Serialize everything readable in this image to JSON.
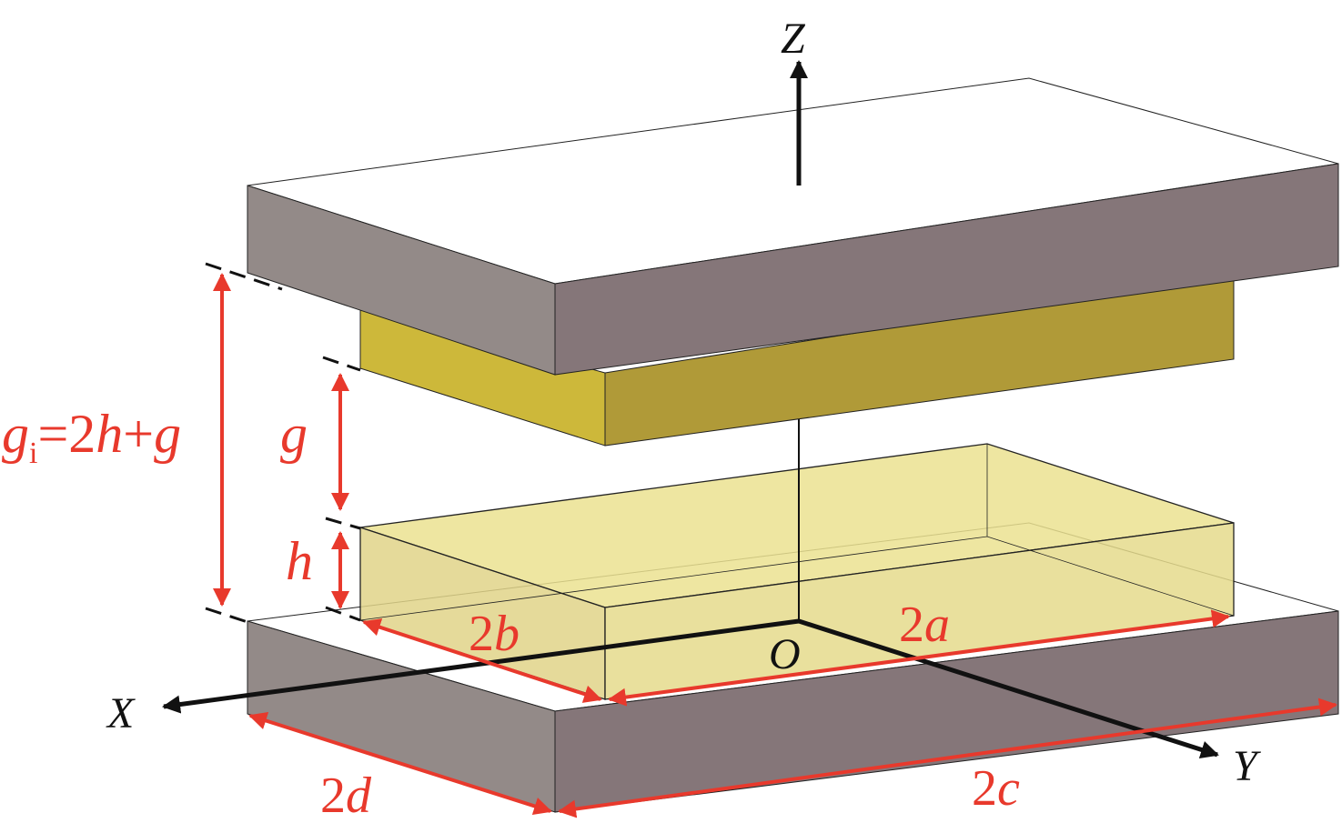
{
  "labels": {
    "z_axis": "Z",
    "x_axis": "X",
    "y_axis": "Y",
    "origin": "O",
    "gi_g": "g",
    "gi_sub": "i",
    "gi_eq": "=2",
    "gi_h": "h",
    "gi_plus": "+",
    "gi_g2": "g",
    "gap": "g",
    "thickness": "h",
    "dim_2b_num": "2",
    "dim_2b_var": "b",
    "dim_2a_num": "2",
    "dim_2a_var": "a",
    "dim_2d_num": "2",
    "dim_2d_var": "d",
    "dim_2c_num": "2",
    "dim_2c_var": "c"
  },
  "colors": {
    "plate_top": "#ffffff",
    "plate_left": "#938a88",
    "plate_right": "#857679",
    "magnet_upper_left": "#cdb83a",
    "magnet_upper_right": "#b09a38",
    "magnet_lower": "#e8df8a",
    "dimension": "#e8392c"
  }
}
